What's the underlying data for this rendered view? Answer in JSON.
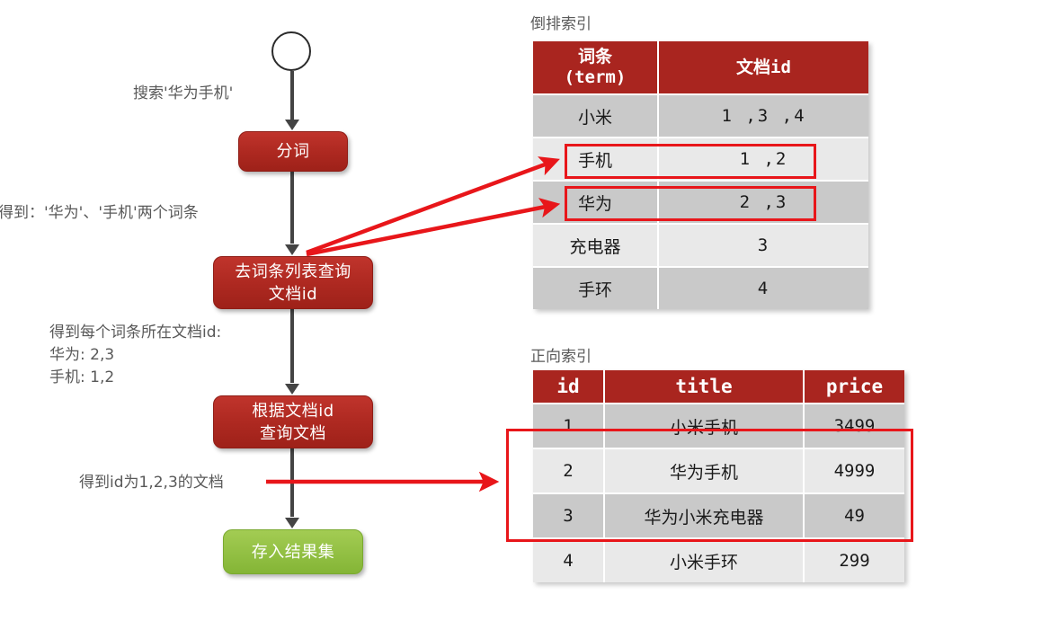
{
  "flow": {
    "start_node": "",
    "nodes": [
      {
        "id": "fenci",
        "label": "分词",
        "color": "#b02a22"
      },
      {
        "id": "query-id",
        "label": "去词条列表查询\n文档id",
        "color": "#b02a22"
      },
      {
        "id": "query-doc",
        "label": "根据文档id\n查询文档",
        "color": "#b02a22"
      },
      {
        "id": "result",
        "label": "存入结果集",
        "color": "#8cbf3f"
      }
    ],
    "annotations": [
      {
        "id": "search",
        "text": "搜索'华为手机'"
      },
      {
        "id": "terms",
        "text": "得到：'华为'、'手机'两个词条"
      },
      {
        "id": "docids",
        "text": "得到每个词条所在文档id:\n华为: 2,3\n手机: 1,2"
      },
      {
        "id": "docs",
        "text": "得到id为1,2,3的文档"
      }
    ]
  },
  "inverted_index": {
    "caption": "倒排索引",
    "headers": [
      "词条\n(term)",
      "文档id"
    ],
    "rows": [
      {
        "term": "小米",
        "doc_id": "1 ,3 ,4",
        "highlighted": false
      },
      {
        "term": "手机",
        "doc_id": "1 ,2",
        "highlighted": true
      },
      {
        "term": "华为",
        "doc_id": "2 ,3",
        "highlighted": true
      },
      {
        "term": "充电器",
        "doc_id": "3",
        "highlighted": false
      },
      {
        "term": "手环",
        "doc_id": "4",
        "highlighted": false
      }
    ]
  },
  "forward_index": {
    "caption": "正向索引",
    "headers": [
      "id",
      "title",
      "price"
    ],
    "rows": [
      {
        "id": "1",
        "title": "小米手机",
        "price": "3499",
        "highlighted": true
      },
      {
        "id": "2",
        "title": "华为手机",
        "price": "4999",
        "highlighted": true
      },
      {
        "id": "3",
        "title": "华为小米充电器",
        "price": "49",
        "highlighted": true
      },
      {
        "id": "4",
        "title": "小米手环",
        "price": "299",
        "highlighted": false
      }
    ]
  },
  "colors": {
    "accent_red": "#a9251f",
    "node_red": "#b02a22",
    "node_green": "#8cbf3f",
    "arrow_red": "#e8161a",
    "connector_gray": "#444444",
    "row_dark": "#c9c9c9",
    "row_light": "#e9e9e9"
  }
}
